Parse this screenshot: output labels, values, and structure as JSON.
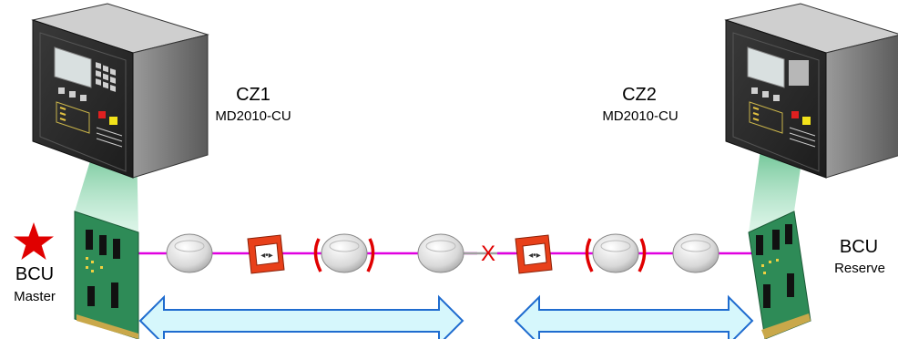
{
  "zones": [
    {
      "name": "CZ1",
      "model": "MD2010-CU"
    },
    {
      "name": "CZ2",
      "model": "MD2010-CU"
    }
  ],
  "bcu_master": {
    "title": "BCU",
    "role": "Master"
  },
  "bcu_reserve": {
    "title": "BCU",
    "role": "Reserve"
  },
  "break_mark": "X",
  "colors": {
    "loop_line": "#e000e0",
    "break_line": "#a0a0a0",
    "break_mark": "#e00000",
    "arrow_fill": "#d6f7fc",
    "arrow_stroke": "#1f6ccf",
    "pcb": "#2e8b57",
    "cabinet_front": "#2e2e2e",
    "cabinet_side": "#7a7a7a",
    "call_point": "#e8401a",
    "star": "#e00000"
  },
  "icons": [
    "control-unit-cabinet-icon",
    "pcb-board-icon",
    "smoke-detector-icon",
    "manual-call-point-icon",
    "star-icon",
    "double-arrow-icon"
  ]
}
